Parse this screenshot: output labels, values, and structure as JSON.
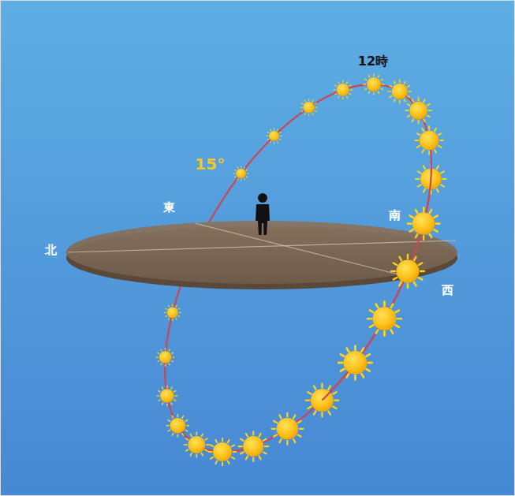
{
  "diagram": {
    "labels": [
      "12時",
      "15°",
      "東",
      "南",
      "北",
      "西"
    ]
  }
}
